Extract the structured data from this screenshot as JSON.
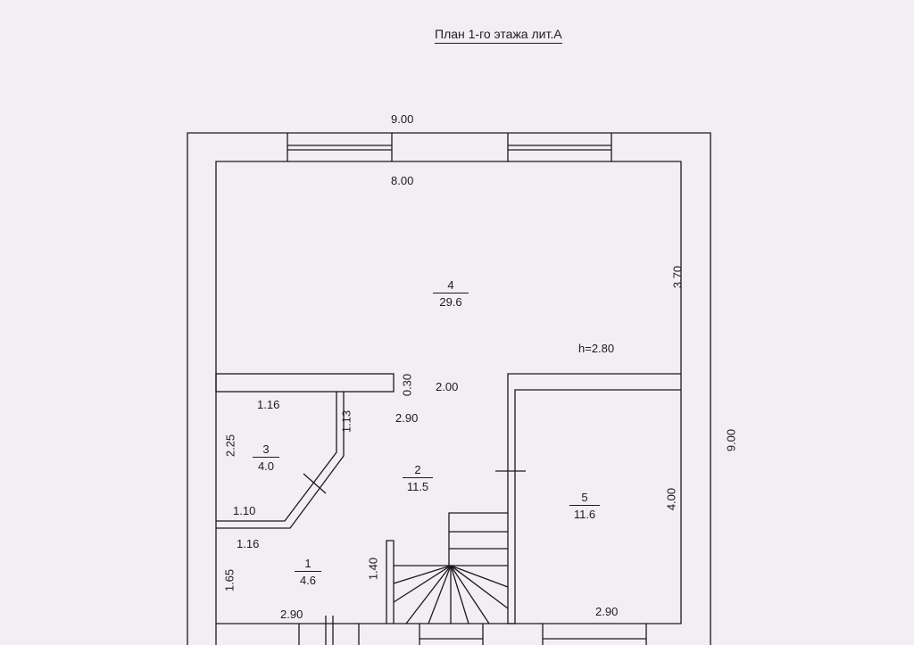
{
  "title": "План 1-го этажа лит.А",
  "ceiling_height": "h=2.80",
  "rooms": [
    {
      "number": "1",
      "area": "4.6"
    },
    {
      "number": "2",
      "area": "11.5"
    },
    {
      "number": "3",
      "area": "4.0"
    },
    {
      "number": "4",
      "area": "29.6"
    },
    {
      "number": "5",
      "area": "11.6"
    }
  ],
  "dimensions": {
    "outer_width": "9.00",
    "outer_height": "9.00",
    "room4_width": "8.00",
    "room4_height": "3.70",
    "partition_thickness": "0.30",
    "opening_width": "2.00",
    "hall_width": "2.90",
    "room3_top": "1.16",
    "room3_side": "1.13",
    "room3_height": "2.25",
    "room3_bottom": "1.10",
    "room1_top": "1.16",
    "room1_height": "1.65",
    "stair_height": "1.40",
    "room1_bottom": "2.90",
    "room5_height": "4.00",
    "room5_bottom": "2.90"
  }
}
